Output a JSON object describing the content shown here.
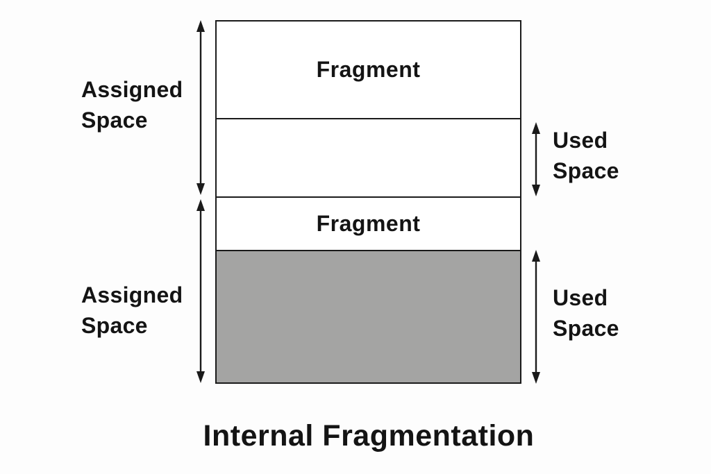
{
  "title": "Internal Fragmentation",
  "blocks": {
    "top": {
      "fragment_label": "Fragment",
      "assigned_label": "Assigned\nSpace",
      "used_label": "Used\nSpace"
    },
    "bottom": {
      "fragment_label": "Fragment",
      "assigned_label": "Assigned\nSpace",
      "used_label": "Used\nSpace"
    }
  },
  "icons": {
    "left_top_arrow": "double-headed-vertical-arrow",
    "left_bottom_arrow": "double-headed-vertical-arrow",
    "right_top_arrow": "double-headed-vertical-arrow",
    "right_bottom_arrow": "double-headed-vertical-arrow"
  },
  "colors": {
    "background": "#fdfdfd",
    "line": "#1a1a1a",
    "used_fill": "#a4a4a3",
    "text": "#141414"
  }
}
